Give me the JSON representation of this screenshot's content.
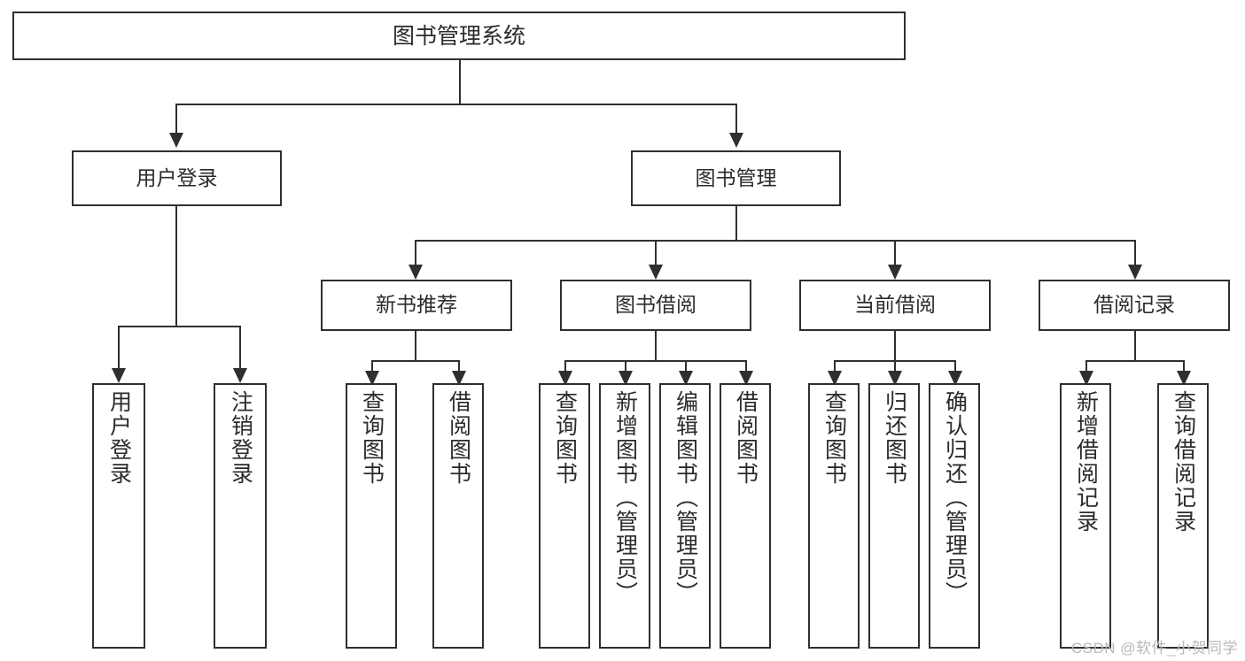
{
  "diagram": {
    "title": "图书管理系统",
    "type": "tree",
    "watermark": "CSDN @软件_小贺同学",
    "colors": {
      "box_border": "#2f2f2f",
      "box_fill": "#ffffff",
      "connector": "#2f2f2f",
      "watermark": "#b9b9b9",
      "background": "#ffffff"
    },
    "root": {
      "label": "图书管理系统"
    },
    "level1": [
      {
        "label": "用户登录"
      },
      {
        "label": "图书管理"
      }
    ],
    "level2": [
      {
        "label": "新书推荐"
      },
      {
        "label": "图书借阅"
      },
      {
        "label": "当前借阅"
      },
      {
        "label": "借阅记录"
      }
    ],
    "leaves": {
      "user_login": [
        {
          "label": "用户登录"
        },
        {
          "label": "注销登录"
        }
      ],
      "new_book_recommend": [
        {
          "label": "查询图书"
        },
        {
          "label": "借阅图书"
        }
      ],
      "book_borrow": [
        {
          "label": "查询图书"
        },
        {
          "label": "新增图书（管理员）"
        },
        {
          "label": "编辑图书（管理员）"
        },
        {
          "label": "借阅图书"
        }
      ],
      "current_borrow": [
        {
          "label": "查询图书"
        },
        {
          "label": "归还图书"
        },
        {
          "label": "确认归还（管理员）"
        }
      ],
      "borrow_record": [
        {
          "label": "新增借阅记录"
        },
        {
          "label": "查询借阅记录"
        }
      ]
    }
  }
}
